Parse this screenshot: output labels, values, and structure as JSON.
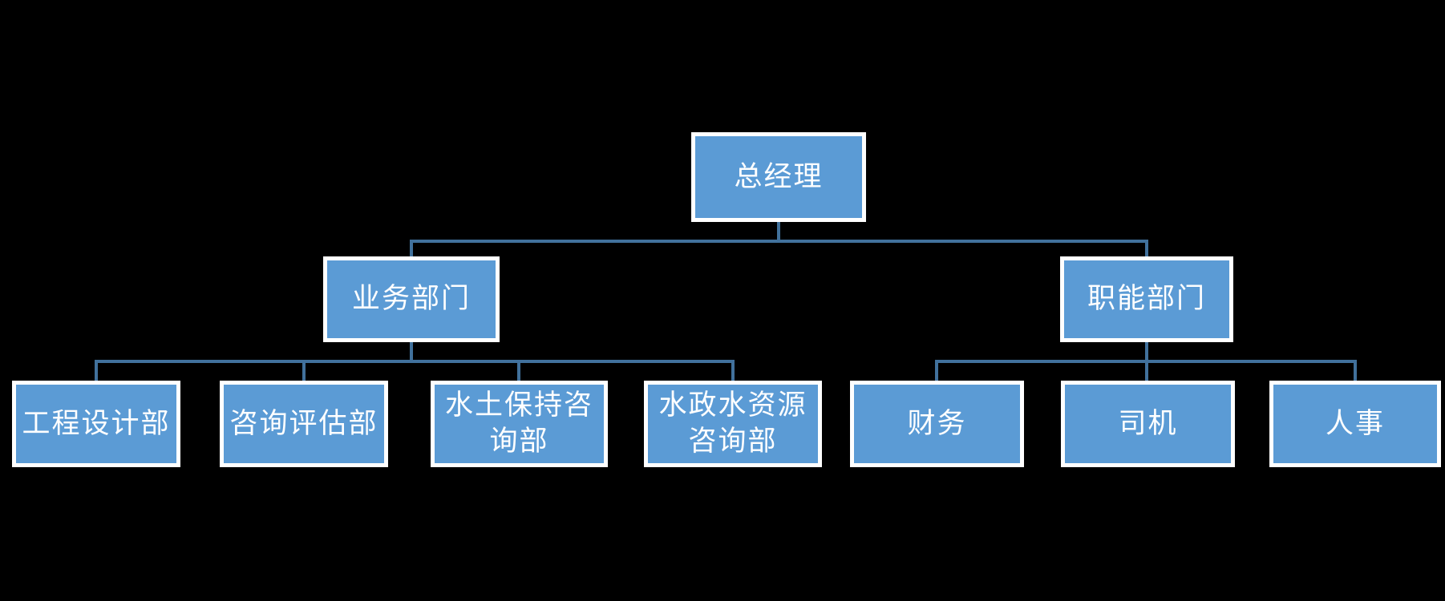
{
  "colors": {
    "background": "#000000",
    "box_fill": "#5B9BD5",
    "box_border": "#FFFFFF",
    "connector": "#41719C",
    "text": "#FFFFFF"
  },
  "nodes": {
    "gm": {
      "label": "总经理"
    },
    "business": {
      "label": "业务部门"
    },
    "functional": {
      "label": "职能部门"
    },
    "engineering": {
      "label": "工程设计部"
    },
    "consulting": {
      "label": "咨询评估部"
    },
    "soil_water": {
      "label": "水土保持咨\n询部"
    },
    "water_admin": {
      "label": "水政水资源\n咨询部"
    },
    "finance": {
      "label": "财务"
    },
    "driver": {
      "label": "司机"
    },
    "hr": {
      "label": "人事"
    }
  },
  "hierarchy": {
    "root": "gm",
    "children": {
      "gm": [
        "business",
        "functional"
      ],
      "business": [
        "engineering",
        "consulting",
        "soil_water",
        "water_admin"
      ],
      "functional": [
        "finance",
        "driver",
        "hr"
      ]
    }
  }
}
